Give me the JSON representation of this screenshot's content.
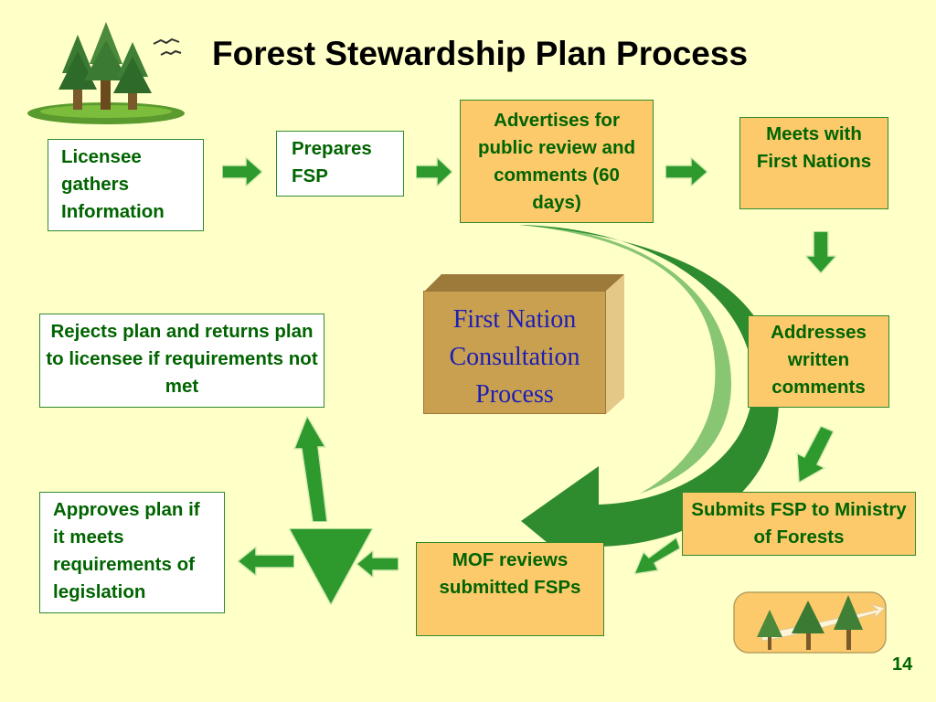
{
  "title": "Forest Stewardship Plan Process",
  "steps": {
    "gathers": "Licensee gathers Information",
    "prepares": "Prepares FSP",
    "advertises": "Advertises for public review and comments (60 days)",
    "meets": "Meets with First Nations",
    "addresses": "Addresses written comments",
    "submits": "Submits FSP to Ministry of Forests",
    "reviews": "MOF reviews submitted FSPs",
    "approves": "Approves plan if it meets requirements of legislation",
    "rejects": "Rejects plan and returns plan to licensee if requirements not met"
  },
  "consultation": "First Nation Consultation Process",
  "page_number": "14",
  "colors": {
    "background": "#ffffc8",
    "box_border": "#2e8b2e",
    "box_text": "#006400",
    "tan_box": "#fcca6b",
    "arrow_green": "#2e9a2e",
    "consult_box": "#c8a050",
    "consult_text": "#1e1eb4"
  },
  "icons": {
    "logo": "forest-trees-logo-icon",
    "corner": "forest-trees-corner-icon"
  }
}
